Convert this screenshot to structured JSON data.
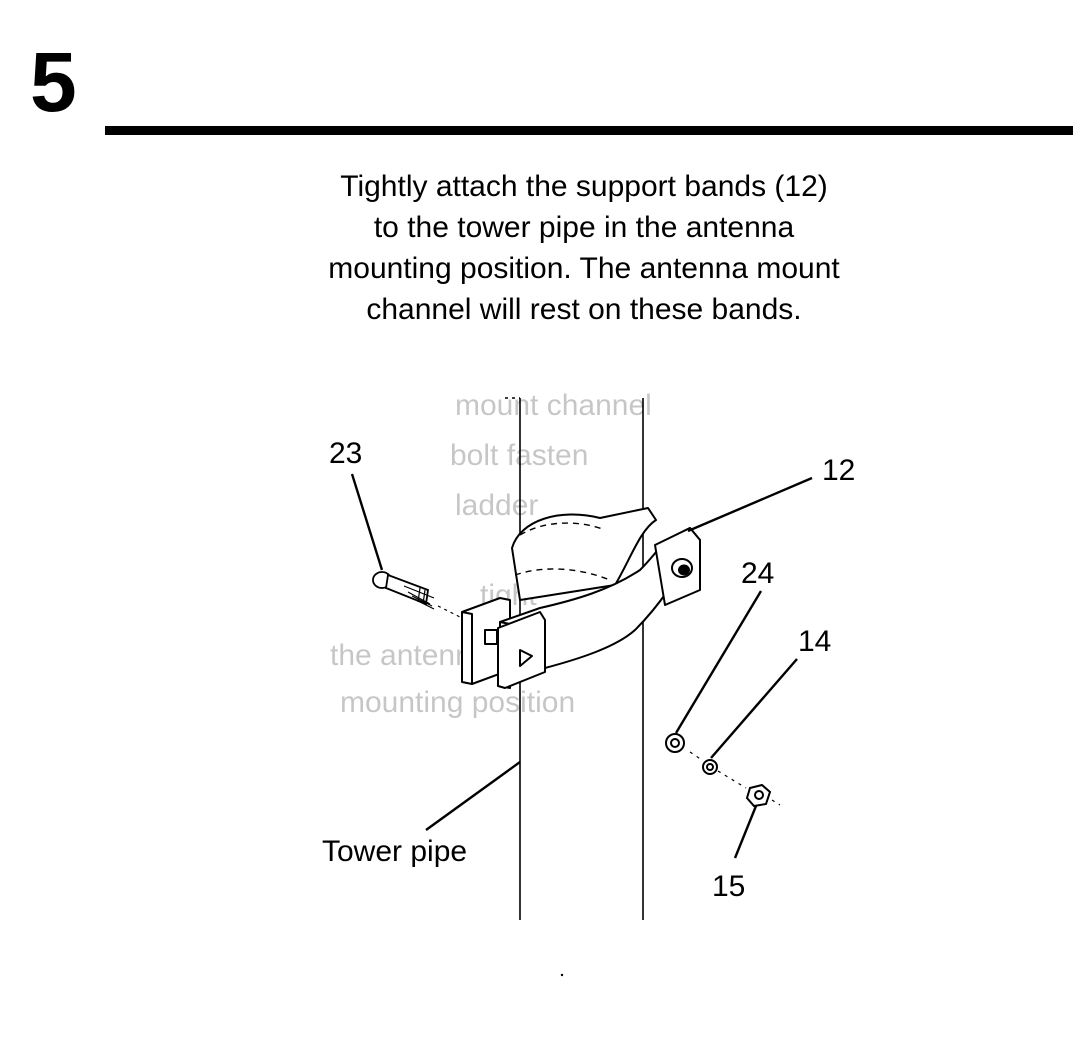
{
  "step": {
    "number": "5"
  },
  "instruction": {
    "lines": [
      "Tightly attach the support bands (12)",
      "to the tower pipe in the antenna",
      "mounting position. The antenna mount",
      "channel will rest on these bands."
    ]
  },
  "figure": {
    "callouts": {
      "bolt": "23",
      "support_band": "12",
      "washer": "24",
      "lock_washer": "14",
      "nut": "15",
      "tower_pipe": "Tower pipe"
    },
    "bleed_through_lines": [
      "mount channel",
      "bolt fasten",
      "ladder",
      "tight",
      "the antenna",
      "mounting position"
    ]
  }
}
